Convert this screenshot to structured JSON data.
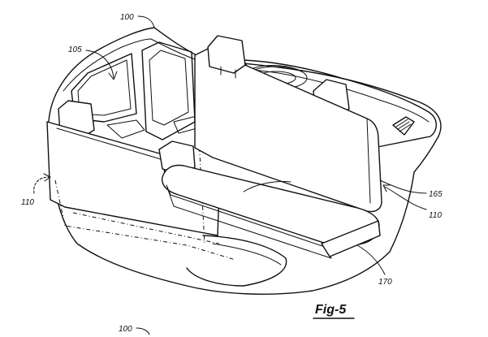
{
  "labels": {
    "ref_100_top": "100",
    "ref_105": "105",
    "ref_110_left": "110",
    "ref_110_right": "110",
    "ref_165": "165",
    "ref_170": "170",
    "ref_100_bottom": "100"
  },
  "figure": {
    "caption": "Fig-5"
  }
}
